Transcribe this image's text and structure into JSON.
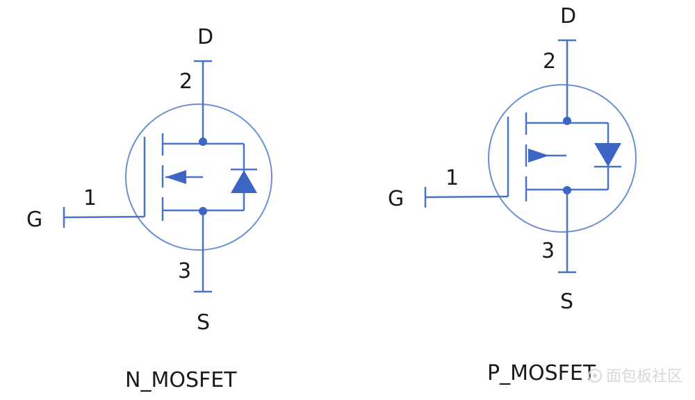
{
  "n_mosfet": {
    "pin_drain": "D",
    "pin_drain_num": "2",
    "pin_gate": "G",
    "pin_gate_num": "1",
    "pin_source": "S",
    "pin_source_num": "3",
    "caption": "N_MOSFET"
  },
  "p_mosfet": {
    "pin_drain": "D",
    "pin_drain_num": "2",
    "pin_gate": "G",
    "pin_gate_num": "1",
    "pin_source": "S",
    "pin_source_num": "3",
    "caption": "P_MOSFET"
  },
  "watermark": "面包板社区",
  "colors": {
    "wire": "#4a72c8",
    "ring": "#6b8fd6",
    "fill": "#3d66c4",
    "text": "#1a1a1a"
  }
}
